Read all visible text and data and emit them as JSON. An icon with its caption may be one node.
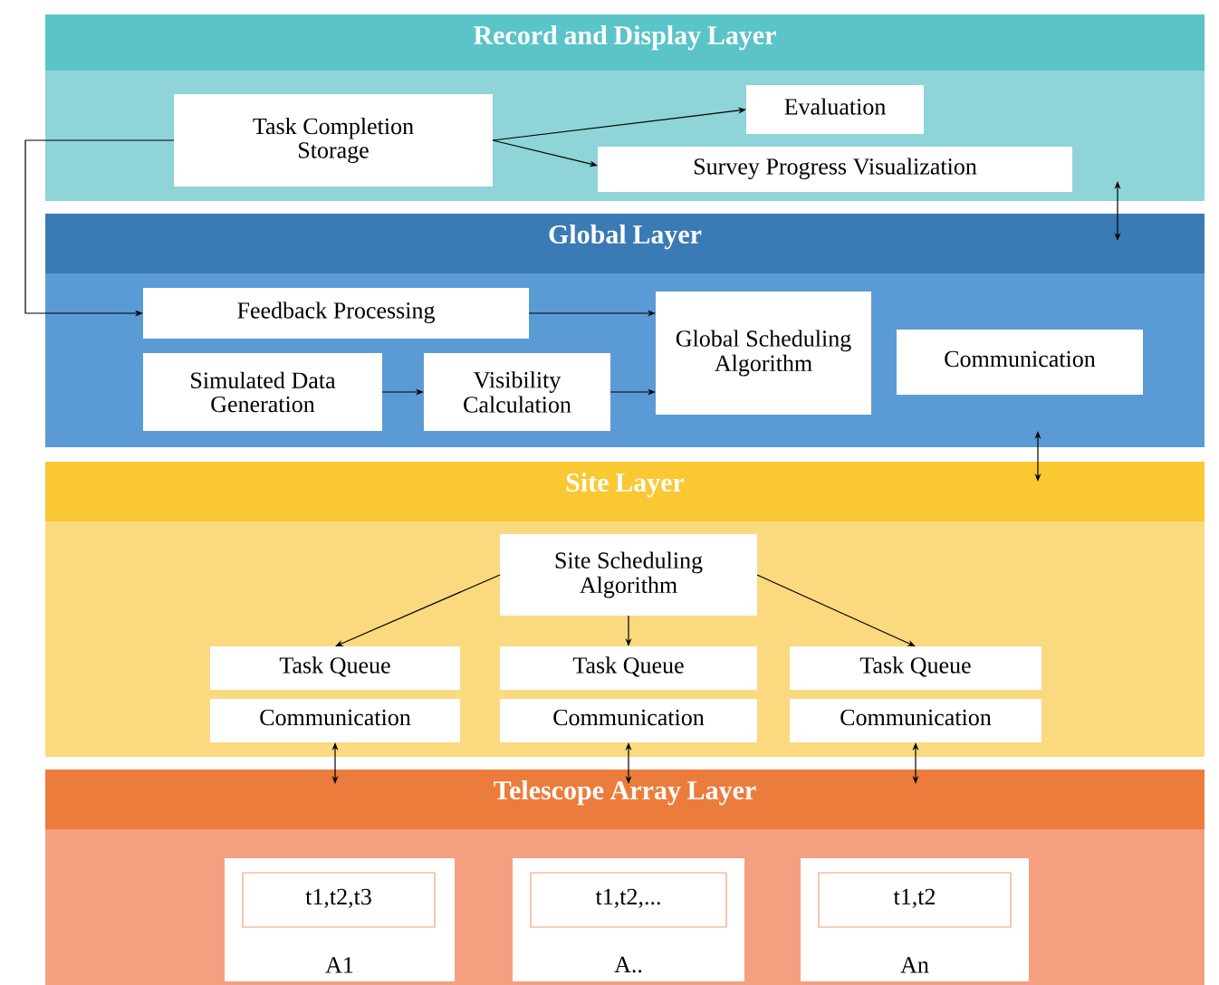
{
  "diagram": {
    "nodes": [
      {
        "text": [
          "Record and Display Layer"
        ]
      },
      {
        "text": [
          "Task Completion Storage"
        ],
        "in": 0
      },
      {
        "text": [
          "Evaluation"
        ],
        "in": 0
      },
      {
        "text": [
          "Survey Progress Visualization"
        ],
        "in": 0
      },
      {
        "text": [
          "Global Layer"
        ]
      },
      {
        "text": [
          "Feedback Processing"
        ],
        "in": 4
      },
      {
        "text": [
          "Simulated Data Generation"
        ],
        "in": 4
      },
      {
        "text": [
          "Visibility Calculation"
        ],
        "in": 4
      },
      {
        "text": [
          "Global Scheduling Algorithm"
        ],
        "in": 4
      },
      {
        "text": [
          "Communication"
        ],
        "in": 4
      },
      {
        "text": [
          "Site Layer"
        ]
      },
      {
        "text": [
          "Site Scheduling Algorithm"
        ],
        "in": 10
      },
      {
        "text": [
          "Task Queue"
        ],
        "in": 10
      },
      {
        "text": [
          "Task Queue"
        ],
        "in": 10
      },
      {
        "text": [
          "Task Queue"
        ],
        "in": 10
      },
      {
        "text": [
          "Communication"
        ],
        "in": 10
      },
      {
        "text": [
          "Communication"
        ],
        "in": 10
      },
      {
        "text": [
          "Communication"
        ],
        "in": 10
      },
      {
        "text": [
          "Telescope Array Layer"
        ]
      },
      {
        "text": [
          "A1"
        ],
        "in": 18
      },
      {
        "text": [
          "t1,t2,t3"
        ],
        "in": 19
      },
      {
        "text": [
          "A.."
        ],
        "in": 18
      },
      {
        "text": [
          "t1,t2,..."
        ],
        "in": 21
      },
      {
        "text": [
          "An"
        ],
        "in": 18
      },
      {
        "text": [
          "t1,t2"
        ],
        "in": 23
      }
    ],
    "edges": [
      {
        "from": 1,
        "to": 5,
        "arrow": "to"
      },
      {
        "from": 1,
        "to": 2,
        "arrow": "to"
      },
      {
        "from": 1,
        "to": 3,
        "arrow": "to"
      },
      {
        "from": 0,
        "to": 4,
        "arrow": "both"
      },
      {
        "from": 5,
        "to": 8,
        "arrow": "to"
      },
      {
        "from": 6,
        "to": 7,
        "arrow": "to"
      },
      {
        "from": 7,
        "to": 8,
        "arrow": "to"
      },
      {
        "from": 9,
        "to": 10,
        "arrow": "both"
      },
      {
        "from": 11,
        "to": 12,
        "arrow": "to"
      },
      {
        "from": 11,
        "to": 13,
        "arrow": "to"
      },
      {
        "from": 11,
        "to": 14,
        "arrow": "to"
      },
      {
        "from": 15,
        "to": 18,
        "arrow": "both"
      },
      {
        "from": 16,
        "to": 18,
        "arrow": "both"
      },
      {
        "from": 17,
        "to": 18,
        "arrow": "both"
      }
    ]
  }
}
